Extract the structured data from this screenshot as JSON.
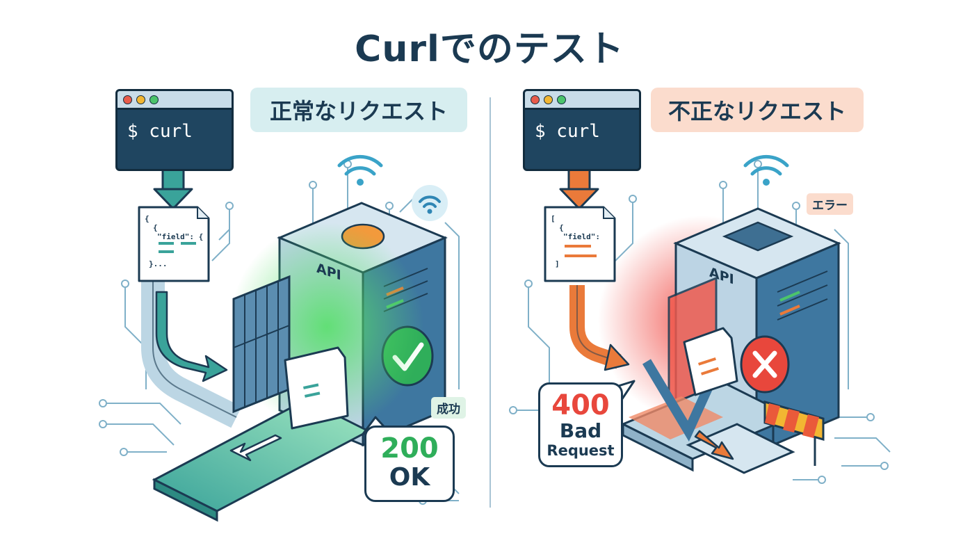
{
  "title": "Curlでのテスト",
  "left": {
    "terminal_text": "$ curl",
    "label": "正常なリクエスト",
    "doc_lines": [
      "{",
      "\"field\": {",
      "}..."
    ],
    "server_label": "API",
    "status_tag": "成功",
    "response_code": "200",
    "response_text": "OK"
  },
  "right": {
    "terminal_text": "$ curl",
    "label": "不正なリクエスト",
    "doc_lines": [
      "[",
      "{",
      "\"field\":",
      "]"
    ],
    "server_label": "API",
    "status_tag": "エラー",
    "response_code": "400",
    "response_text_1": "Bad",
    "response_text_2": "Request"
  },
  "colors": {
    "navy": "#1b3a52",
    "success": "#2fae5a",
    "teal": "#3aa39a",
    "error": "#e8473c",
    "orange": "#ea7a3a"
  }
}
